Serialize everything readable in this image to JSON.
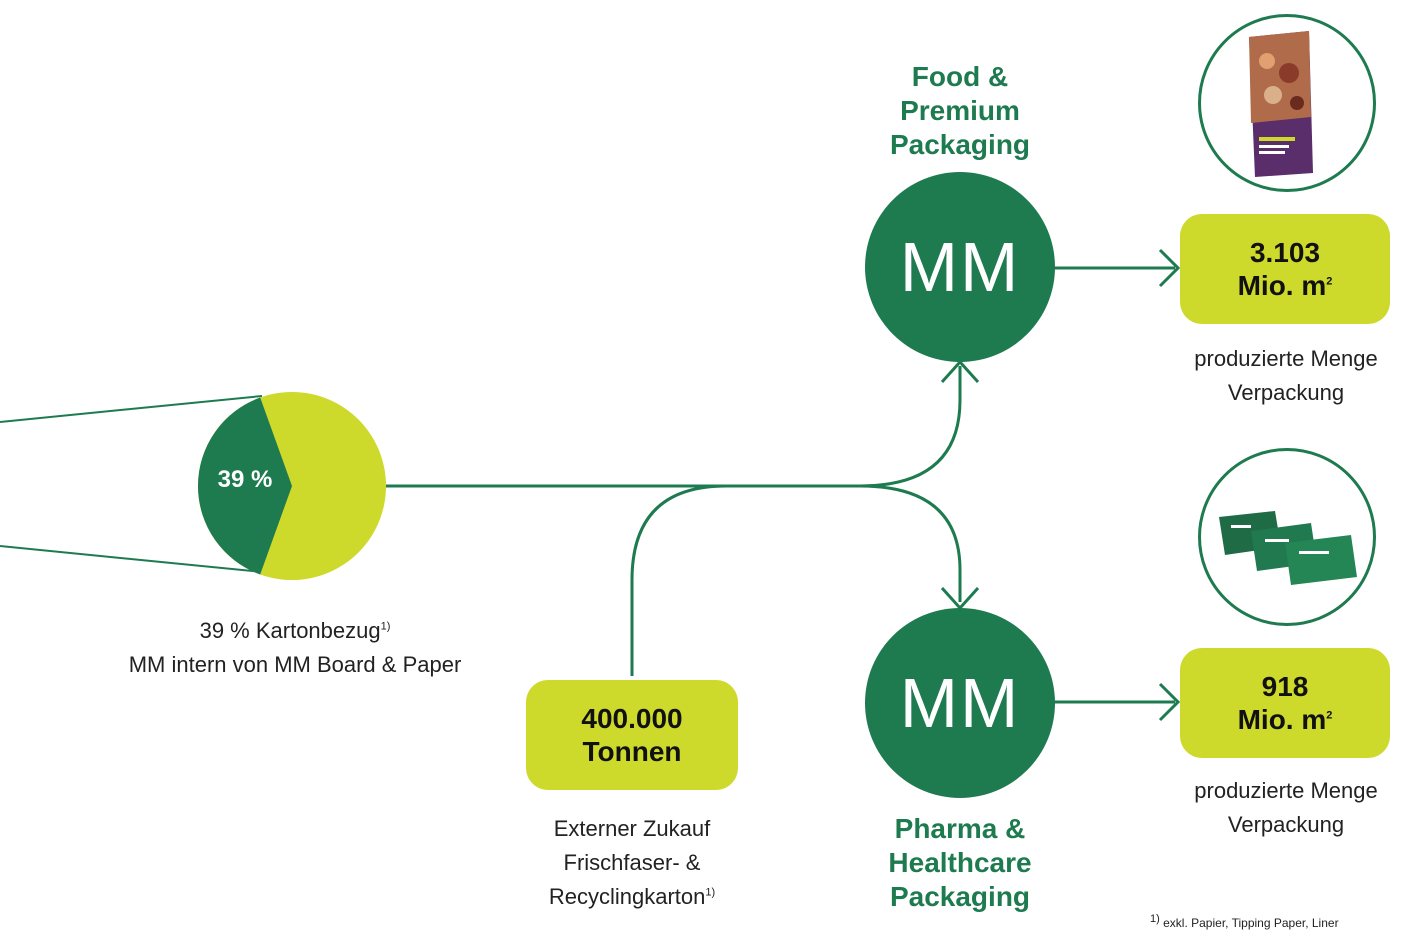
{
  "colors": {
    "green": "#1e7a4f",
    "lime": "#cdd92b"
  },
  "pie": {
    "label": "39 %",
    "share_percent": 39
  },
  "pie_caption": {
    "line1": "39 % Kartonbezug",
    "line1_sup": "1)",
    "line2": "MM intern von MM Board & Paper"
  },
  "external": {
    "value": "400.000",
    "unit": "Tonnen",
    "caption_l1": "Externer Zukauf",
    "caption_l2": "Frischfaser- &",
    "caption_l3": "Recyclingkarton",
    "caption_sup": "1)"
  },
  "food": {
    "title": "Food &\nPremium\nPackaging",
    "logo": "MM",
    "value": "3.103",
    "unit": "Mio. m",
    "unit_sup": "2",
    "caption_l1": "produzierte Menge",
    "caption_l2": "Verpackung",
    "image_icon": "cereal-box-icon"
  },
  "pharma": {
    "title": "Pharma &\nHealthcare\nPackaging",
    "logo": "MM",
    "value": "918",
    "unit": "Mio. m",
    "unit_sup": "2",
    "caption_l1": "produzierte Menge",
    "caption_l2": "Verpackung",
    "image_icon": "pharma-boxes-icon"
  },
  "footnote": {
    "sup": "1)",
    "text": "exkl. Papier, Tipping Paper, Liner"
  }
}
